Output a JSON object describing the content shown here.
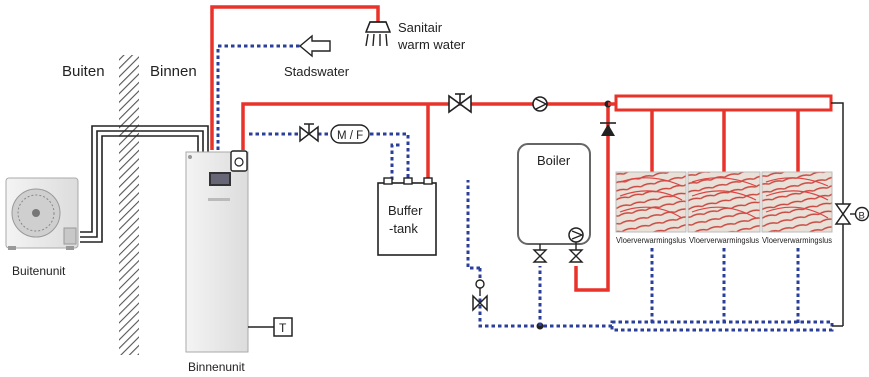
{
  "labels": {
    "buiten": "Buiten",
    "binnen": "Binnen",
    "buitenunit": "Buitenunit",
    "binnenunit": "Binnenunit",
    "sanitair_line1": "Sanitair",
    "sanitair_line2": "warm water",
    "stadswater": "Stadswater",
    "mf": "M / F",
    "buffer_line1": "Buffer",
    "buffer_line2": "-tank",
    "boiler": "Boiler",
    "thermostat": "T",
    "bypass_valve": "B",
    "vloer1": "Vloerverwarmingslus",
    "vloer2": "Vloerverwarmingslus",
    "vloer3": "Vloerverwarmingslus"
  },
  "colors": {
    "hot_pipe": "#e8322a",
    "cold_pipe": "#2b3f9a",
    "outline": "#222222"
  }
}
